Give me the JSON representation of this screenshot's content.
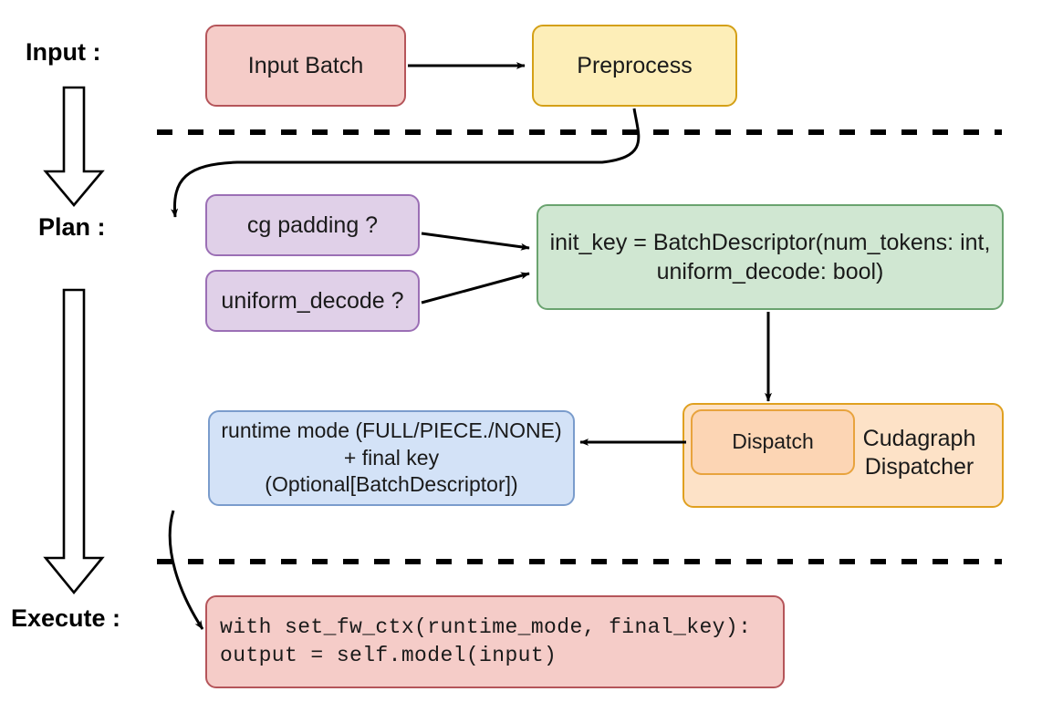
{
  "diagram": {
    "title_stages": [
      {
        "id": "input",
        "label": "Input :"
      },
      {
        "id": "plan",
        "label": "Plan :"
      },
      {
        "id": "execute",
        "label": "Execute :"
      }
    ],
    "nodes": {
      "input_batch": {
        "label": "Input Batch",
        "fill": "#f5ccc8",
        "stroke": "#b5555a"
      },
      "preprocess": {
        "label": "Preprocess",
        "fill": "#fdeeb8",
        "stroke": "#d4a017"
      },
      "cg_padding": {
        "label": "cg padding ?",
        "fill": "#e0d0e8",
        "stroke": "#9b6fb5"
      },
      "uniform_decode": {
        "label": "uniform_decode ?",
        "fill": "#e0d0e8",
        "stroke": "#9b6fb5"
      },
      "init_key": {
        "label": "init_key = BatchDescriptor(num_tokens: int,\nuniform_decode: bool)",
        "fill": "#d0e7d2",
        "stroke": "#6aa36f"
      },
      "cudagraph_dispatcher": {
        "label": "Cudagraph\nDispatcher",
        "fill": "#fde2c7",
        "stroke": "#e0a020"
      },
      "dispatch": {
        "label": "Dispatch",
        "fill": "#fcd5b4",
        "stroke": "#e8a33d"
      },
      "runtime_mode": {
        "label": "runtime mode (FULL/PIECE./NONE)\n+ final key (Optional[BatchDescriptor])",
        "fill": "#d3e2f7",
        "stroke": "#7a9ccc"
      },
      "execute_code": {
        "label": "with set_fw_ctx(runtime_mode, final_key):\n    output = self.model(input)",
        "fill": "#f5ccc8",
        "stroke": "#b5555a"
      }
    },
    "separators": [
      {
        "id": "input-plan-divider"
      },
      {
        "id": "plan-execute-divider"
      }
    ],
    "flow_arrows": [
      {
        "id": "input-batch-to-preprocess"
      },
      {
        "id": "preprocess-to-cg-padding"
      },
      {
        "id": "cg-padding-to-init-key"
      },
      {
        "id": "uniform-decode-to-init-key"
      },
      {
        "id": "init-key-to-dispatch"
      },
      {
        "id": "dispatch-to-runtime-mode"
      },
      {
        "id": "runtime-mode-to-execute-code"
      }
    ],
    "stage_arrows": [
      {
        "id": "input-to-plan-stage-arrow"
      },
      {
        "id": "plan-to-execute-stage-arrow"
      }
    ],
    "colors": {
      "line": "#000000",
      "background": "#ffffff"
    }
  }
}
